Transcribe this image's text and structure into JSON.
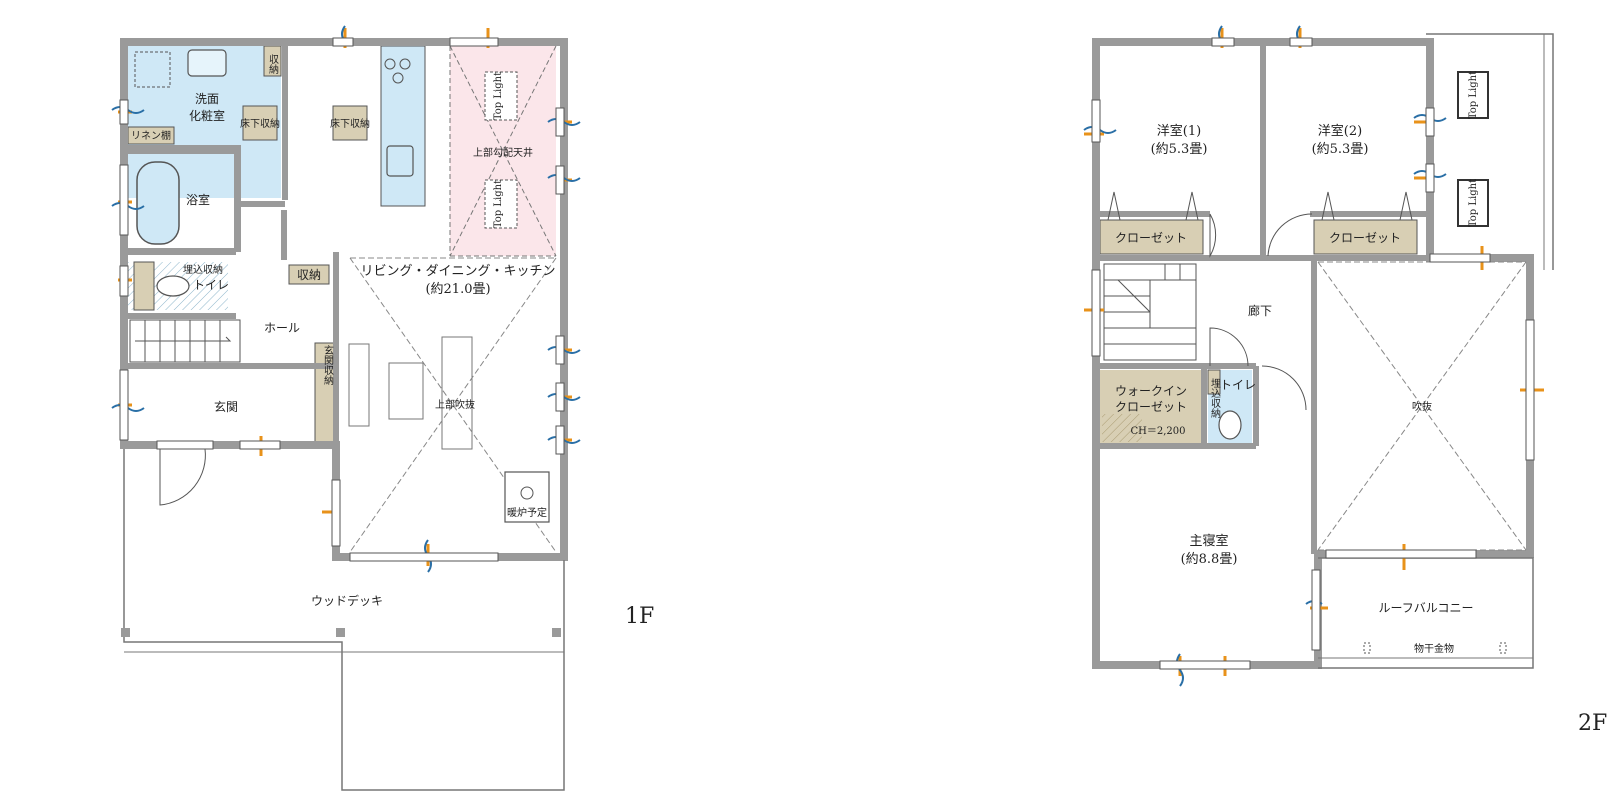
{
  "floor1": {
    "label": "1F",
    "rooms": {
      "senmen": [
        "洗面",
        "化粧室"
      ],
      "shuno": "収納",
      "shunou_v": "収\n納",
      "yukashita1": "床下収納",
      "yukashita2": "床下収納",
      "linen": "リネン棚",
      "yokushitsu": "浴室",
      "umekomi": "埋込収納",
      "toilet": "トイレ",
      "hall": "ホール",
      "genkan": "玄関",
      "genkan_shuno": "玄関収納",
      "ldk": [
        "リビング・ダイニング・キッチン",
        "(約21.0畳)"
      ],
      "kobai": "上部勾配天井",
      "fukinuke": "上部吹抜",
      "toplight1": "Top Light",
      "toplight2": "Top Light",
      "danro": "暖炉予定",
      "deck": "ウッドデッキ"
    }
  },
  "floor2": {
    "label": "2F",
    "rooms": {
      "yoshitsu1": [
        "洋室(1)",
        "(約5.3畳)"
      ],
      "yoshitsu2": [
        "洋室(2)",
        "(約5.3畳)"
      ],
      "closet1": "クローゼット",
      "closet2": "クローゼット",
      "roka": "廊下",
      "wic": [
        "ウォークイン",
        "クローゼット"
      ],
      "ch": "CH＝2,200",
      "umekomi": "埋込収納",
      "toilet": "トイレ",
      "fukinuke": "吹抜",
      "shushinshitsu": [
        "主寝室",
        "(約8.8畳)"
      ],
      "balcony": "ルーフバルコニー",
      "monohoshi": "物干金物",
      "toplight1": "Top Light",
      "toplight2": "Top Light"
    }
  },
  "colors": {
    "wall": "#9a9a9a",
    "wet_area": "#cfe8f6",
    "storage": "#d8cfb4",
    "top_light_ceiling": "#fbe6ea",
    "window_mark": "#e8921a",
    "wind_arrow": "#2a6fa6"
  }
}
